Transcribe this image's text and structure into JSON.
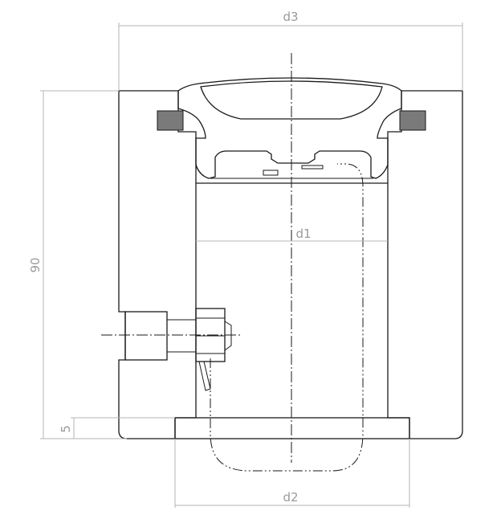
{
  "dimensions": {
    "d3": "d3",
    "d1": "d1",
    "d2": "d2",
    "height": "90",
    "base": "5"
  },
  "colors": {
    "hatch": "#8c8c8c",
    "seal": "#7a7a7a",
    "dimension": "#9a9a9a",
    "line": "#1a1a1a"
  }
}
